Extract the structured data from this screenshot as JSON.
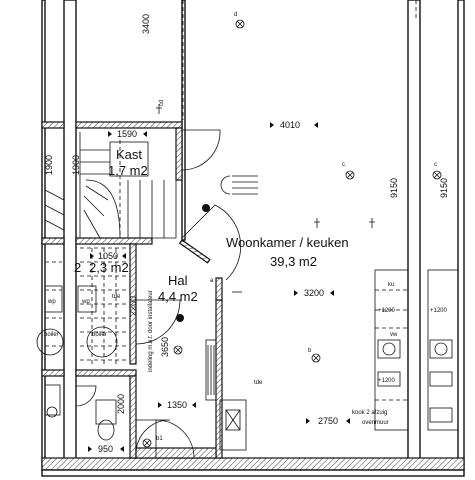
{
  "rooms": {
    "kast": {
      "name": "Kast",
      "area": "1,7 m2"
    },
    "woonkamer": {
      "name": "Woonkamer / keuken",
      "area": "39,3 m2"
    },
    "hal": {
      "name": "Hal",
      "area": "4,4 m2"
    },
    "bath": {
      "area": "2,3 m2",
      "partial": "2"
    }
  },
  "dimensions": {
    "d3400": "3400",
    "d4010": "4010",
    "d1590": "1590",
    "d1900a": "1900",
    "d1900b": "1900",
    "d9150a": "9150",
    "d9150b": "9150",
    "d1050": "1050",
    "d3200": "3200",
    "d2200": "2200",
    "d3650": "3650",
    "d1350": "1350",
    "d950": "950",
    "d2750": "2750",
    "d2000": "2000"
  },
  "labels": {
    "meterkast": "indeling m.b.t. door installateur",
    "boiler1": "boiler",
    "boiler2": "boiler",
    "wp1": "wp",
    "wp2": "wp",
    "tde1": "tde",
    "tde2": "tde",
    "kook": "kook 2 afzuig",
    "kook2": "ovenmuur",
    "c1": "c",
    "c2": "c",
    "b1": "b",
    "b2": "b1",
    "d": "d",
    "a": "a",
    "ku1": "ku",
    "ku2": "vw",
    "ku3": "+1200",
    "ku4": "+1200",
    "ku5": "+1200",
    "cd": "cd"
  }
}
